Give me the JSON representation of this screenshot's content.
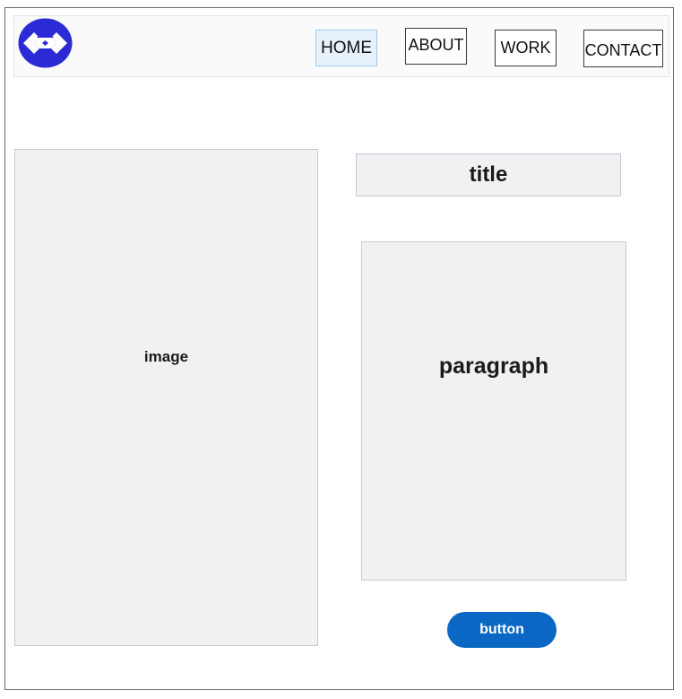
{
  "header": {
    "logo_icon": "diamond-chevrons-logo-icon",
    "logo_color": "#2b2bd6",
    "nav": [
      {
        "label": "HOME",
        "active": true
      },
      {
        "label": "ABOUT",
        "active": false
      },
      {
        "label": "WORK",
        "active": false
      },
      {
        "label": "CONTACT",
        "active": false
      }
    ]
  },
  "main": {
    "image_label": "image",
    "title_label": "title",
    "paragraph_label": "paragraph",
    "button_label": "button"
  },
  "colors": {
    "button_bg": "#0a68c4",
    "placeholder_bg": "#f1f1f3",
    "active_nav_bg": "#e6f1fb"
  }
}
